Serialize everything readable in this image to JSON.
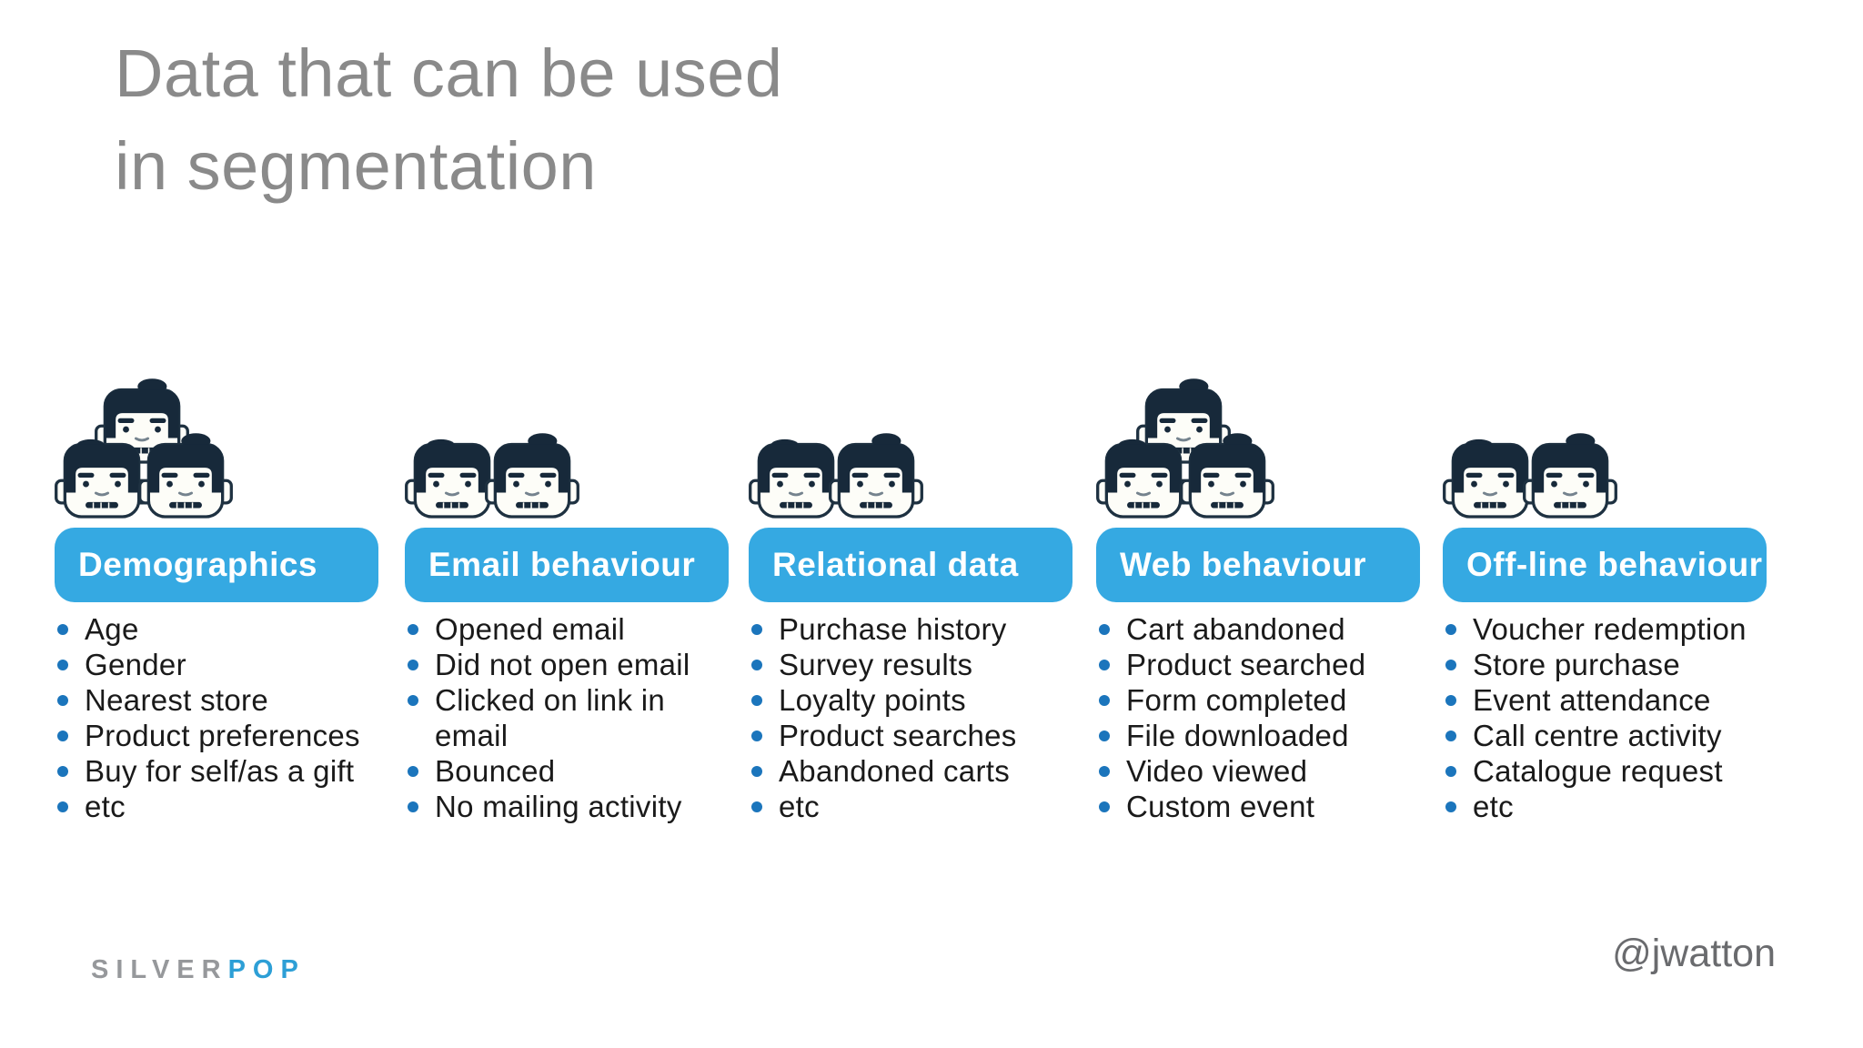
{
  "slide": {
    "title_line1": "Data that can be used",
    "title_line2": "in segmentation",
    "footer": {
      "logo_silver": "SILVER",
      "logo_pop": "POP",
      "handle": "@jwatton"
    }
  },
  "colors": {
    "banner_blue": "#35a9e2",
    "bullet_blue": "#1b75bc",
    "title_gray": "#8a8a8a",
    "hair_navy": "#17293a",
    "logo_silver_gray": "#96989b",
    "logo_pop_blue": "#2d9fd6"
  },
  "icons": {
    "person_flat": "person-head-flat-icon",
    "person_quiff": "person-head-quiff-icon"
  },
  "columns": [
    {
      "header": "Demographics",
      "people": 3,
      "items": [
        "Age",
        "Gender",
        "Nearest store",
        "Product preferences",
        "Buy for self/as a gift",
        "etc"
      ]
    },
    {
      "header": "Email behaviour",
      "people": 2,
      "items": [
        "Opened email",
        "Did not open email",
        "Clicked on link in email",
        "Bounced",
        "No mailing activity"
      ]
    },
    {
      "header": "Relational data",
      "people": 2,
      "items": [
        "Purchase history",
        "Survey results",
        "Loyalty points",
        "Product searches",
        "Abandoned carts",
        "etc"
      ]
    },
    {
      "header": "Web behaviour",
      "people": 3,
      "items": [
        "Cart abandoned",
        "Product searched",
        "Form completed",
        "File downloaded",
        "Video viewed",
        "Custom event"
      ]
    },
    {
      "header": "Off-line behaviour",
      "people": 2,
      "items": [
        "Voucher redemption",
        "Store purchase",
        "Event attendance",
        "Call centre activity",
        "Catalogue request",
        "etc"
      ]
    }
  ],
  "layout": {
    "column_lefts": [
      60,
      445,
      823,
      1205,
      1586
    ]
  }
}
